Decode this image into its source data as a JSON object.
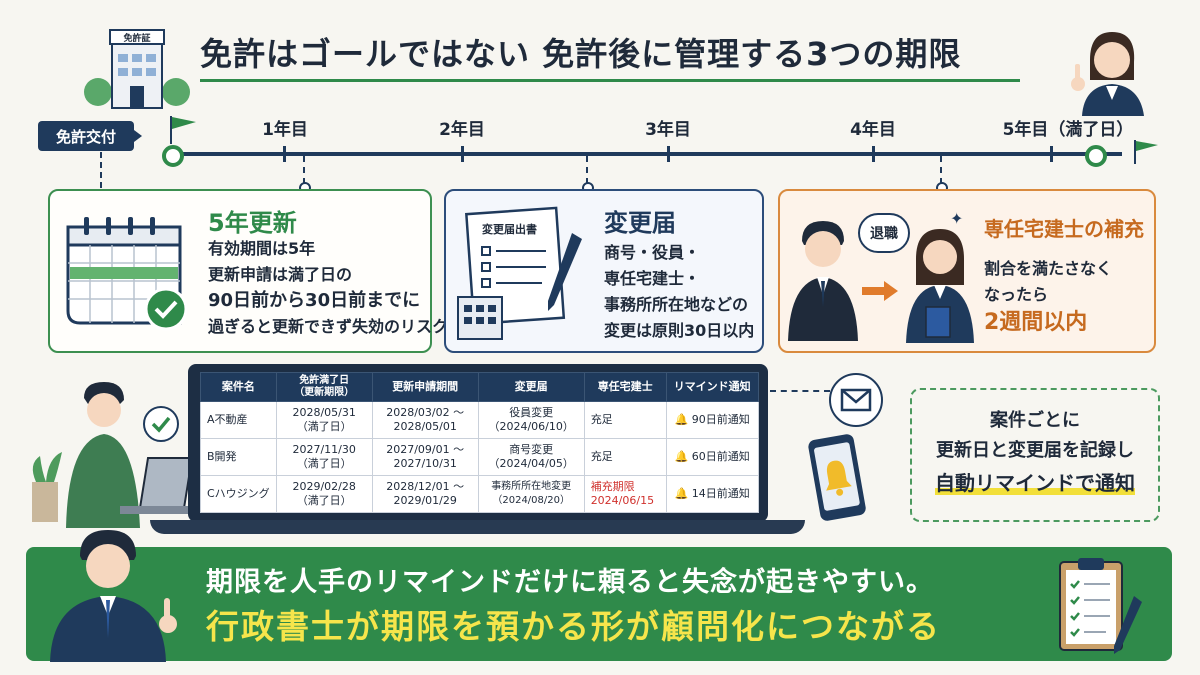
{
  "title": "免許はゴールではない 免許後に管理する3つの期限",
  "building_sign": "免許証",
  "timeline": {
    "start_label": "免許交付",
    "years": [
      "1年目",
      "2年目",
      "3年目",
      "4年目",
      "5年目（満了日）"
    ]
  },
  "cards": {
    "renewal": {
      "heading": "5年更新",
      "lines": [
        "有効期間は5年",
        "更新申請は満了日の",
        "90日前から30日前までに",
        "過ぎると更新できず失効のリスク"
      ]
    },
    "change": {
      "doc_label": "変更届出書",
      "heading": "変更届",
      "lines": [
        "商号・役員・",
        "専任宅建士・",
        "事務所所在地などの",
        "変更は原則30日以内"
      ]
    },
    "replace": {
      "bubble": "退職",
      "heading": "専任宅建士の補充",
      "lines": [
        "割合を満たさなく",
        "なったら",
        "2週間以内"
      ]
    }
  },
  "table": {
    "headers": [
      "案件名",
      "免許満了日\n（更新期限）",
      "更新申請期間",
      "変更届",
      "専任宅建士",
      "リマインド通知"
    ],
    "rows": [
      [
        "A不動産",
        "2028/05/31\n（満了日）",
        "2028/03/02 〜\n2028/05/01",
        "役員変更\n（2024/06/10）",
        "充足",
        "90日前通知"
      ],
      [
        "B開発",
        "2027/11/30\n（満了日）",
        "2027/09/01 〜\n2027/10/31",
        "商号変更\n（2024/04/05）",
        "充足",
        "60日前通知"
      ],
      [
        "Cハウジング",
        "2029/02/28\n（満了日）",
        "2028/12/01 〜\n2029/01/29",
        "事務所所在地変更\n（2024/08/20）",
        "補充期限\n2024/06/15",
        "14日前通知"
      ]
    ]
  },
  "side_box": {
    "line1": "案件ごとに",
    "line2": "更新日と変更届を記録し",
    "line3": "自動リマインドで通知"
  },
  "banner": {
    "line1": "期限を人手のリマインドだけに頼ると失念が起きやすい。",
    "line2": "行政書士が期限を預かる形が顧問化につながる"
  },
  "colors": {
    "green": "#2f8a4a",
    "navy": "#1f3a5c",
    "orange": "#d98a3e",
    "red": "#d0312d",
    "yellow": "#f6e54b"
  }
}
